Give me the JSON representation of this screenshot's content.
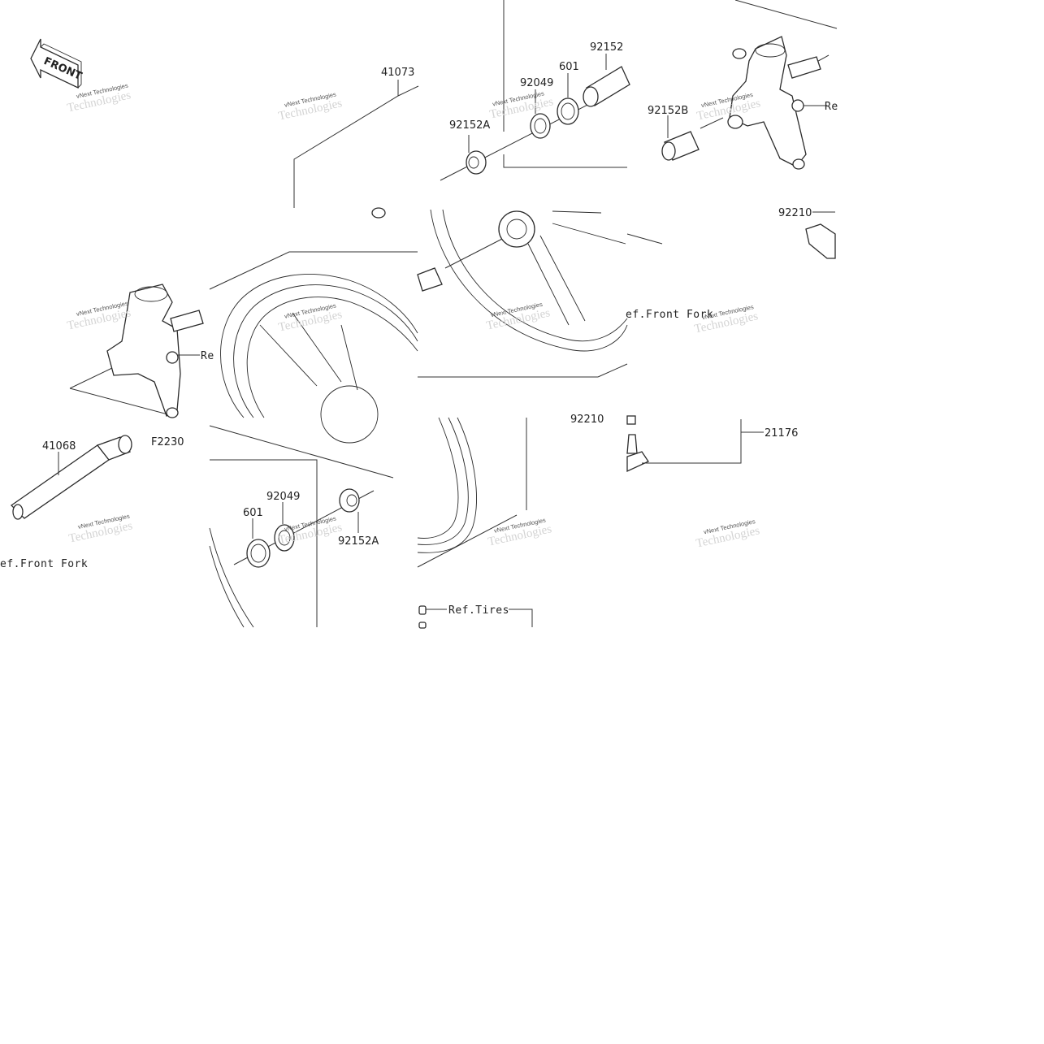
{
  "diagram": {
    "front_marker": "FRONT",
    "part_labels": {
      "axle_assy": "41073",
      "collar_right": "92152",
      "bearing_upper": "601",
      "seal_upper": "92049",
      "collar_upper": "92152A",
      "collar_b": "92152B",
      "ref_upper_right": "Re",
      "screw": "92210",
      "ref_left_fork": "Re",
      "front_axle": "41068",
      "cover_code": "F2230",
      "bearing_lower": "601",
      "seal_lower": "92049",
      "collar_lower": "92152A",
      "cut_label": "92210",
      "valve": "21176"
    },
    "ref_labels": {
      "front_fork_mid": "ef.Front Fork",
      "front_fork_left": "ef.Front Fork",
      "tires": "Ref.Tires"
    },
    "watermark": {
      "brand_line": "vNext Technologies",
      "overlay_word": "Technologies"
    }
  }
}
